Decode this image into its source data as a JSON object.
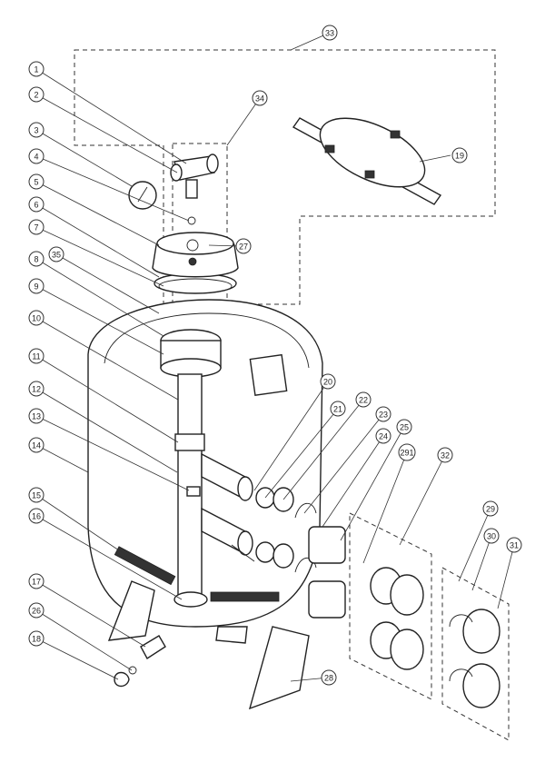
{
  "diagram": {
    "callouts": [
      {
        "id": "c1",
        "label": "1"
      },
      {
        "id": "c2",
        "label": "2"
      },
      {
        "id": "c3",
        "label": "3"
      },
      {
        "id": "c4",
        "label": "4"
      },
      {
        "id": "c5",
        "label": "5"
      },
      {
        "id": "c6",
        "label": "6"
      },
      {
        "id": "c7",
        "label": "7"
      },
      {
        "id": "c35",
        "label": "35"
      },
      {
        "id": "c8",
        "label": "8"
      },
      {
        "id": "c9",
        "label": "9"
      },
      {
        "id": "c10",
        "label": "10"
      },
      {
        "id": "c11",
        "label": "11"
      },
      {
        "id": "c12",
        "label": "12"
      },
      {
        "id": "c13",
        "label": "13"
      },
      {
        "id": "c14",
        "label": "14"
      },
      {
        "id": "c15",
        "label": "15"
      },
      {
        "id": "c16",
        "label": "16"
      },
      {
        "id": "c17",
        "label": "17"
      },
      {
        "id": "c26",
        "label": "26"
      },
      {
        "id": "c18",
        "label": "18"
      },
      {
        "id": "c33",
        "label": "33"
      },
      {
        "id": "c34",
        "label": "34"
      },
      {
        "id": "c19",
        "label": "19"
      },
      {
        "id": "c27",
        "label": "27"
      },
      {
        "id": "c20",
        "label": "20"
      },
      {
        "id": "c21",
        "label": "21"
      },
      {
        "id": "c22",
        "label": "22"
      },
      {
        "id": "c23",
        "label": "23"
      },
      {
        "id": "c24",
        "label": "24"
      },
      {
        "id": "c25",
        "label": "25"
      },
      {
        "id": "c291",
        "label": "291"
      },
      {
        "id": "c32",
        "label": "32"
      },
      {
        "id": "c29",
        "label": "29"
      },
      {
        "id": "c30",
        "label": "30"
      },
      {
        "id": "c31",
        "label": "31"
      },
      {
        "id": "c28",
        "label": "28"
      }
    ]
  }
}
